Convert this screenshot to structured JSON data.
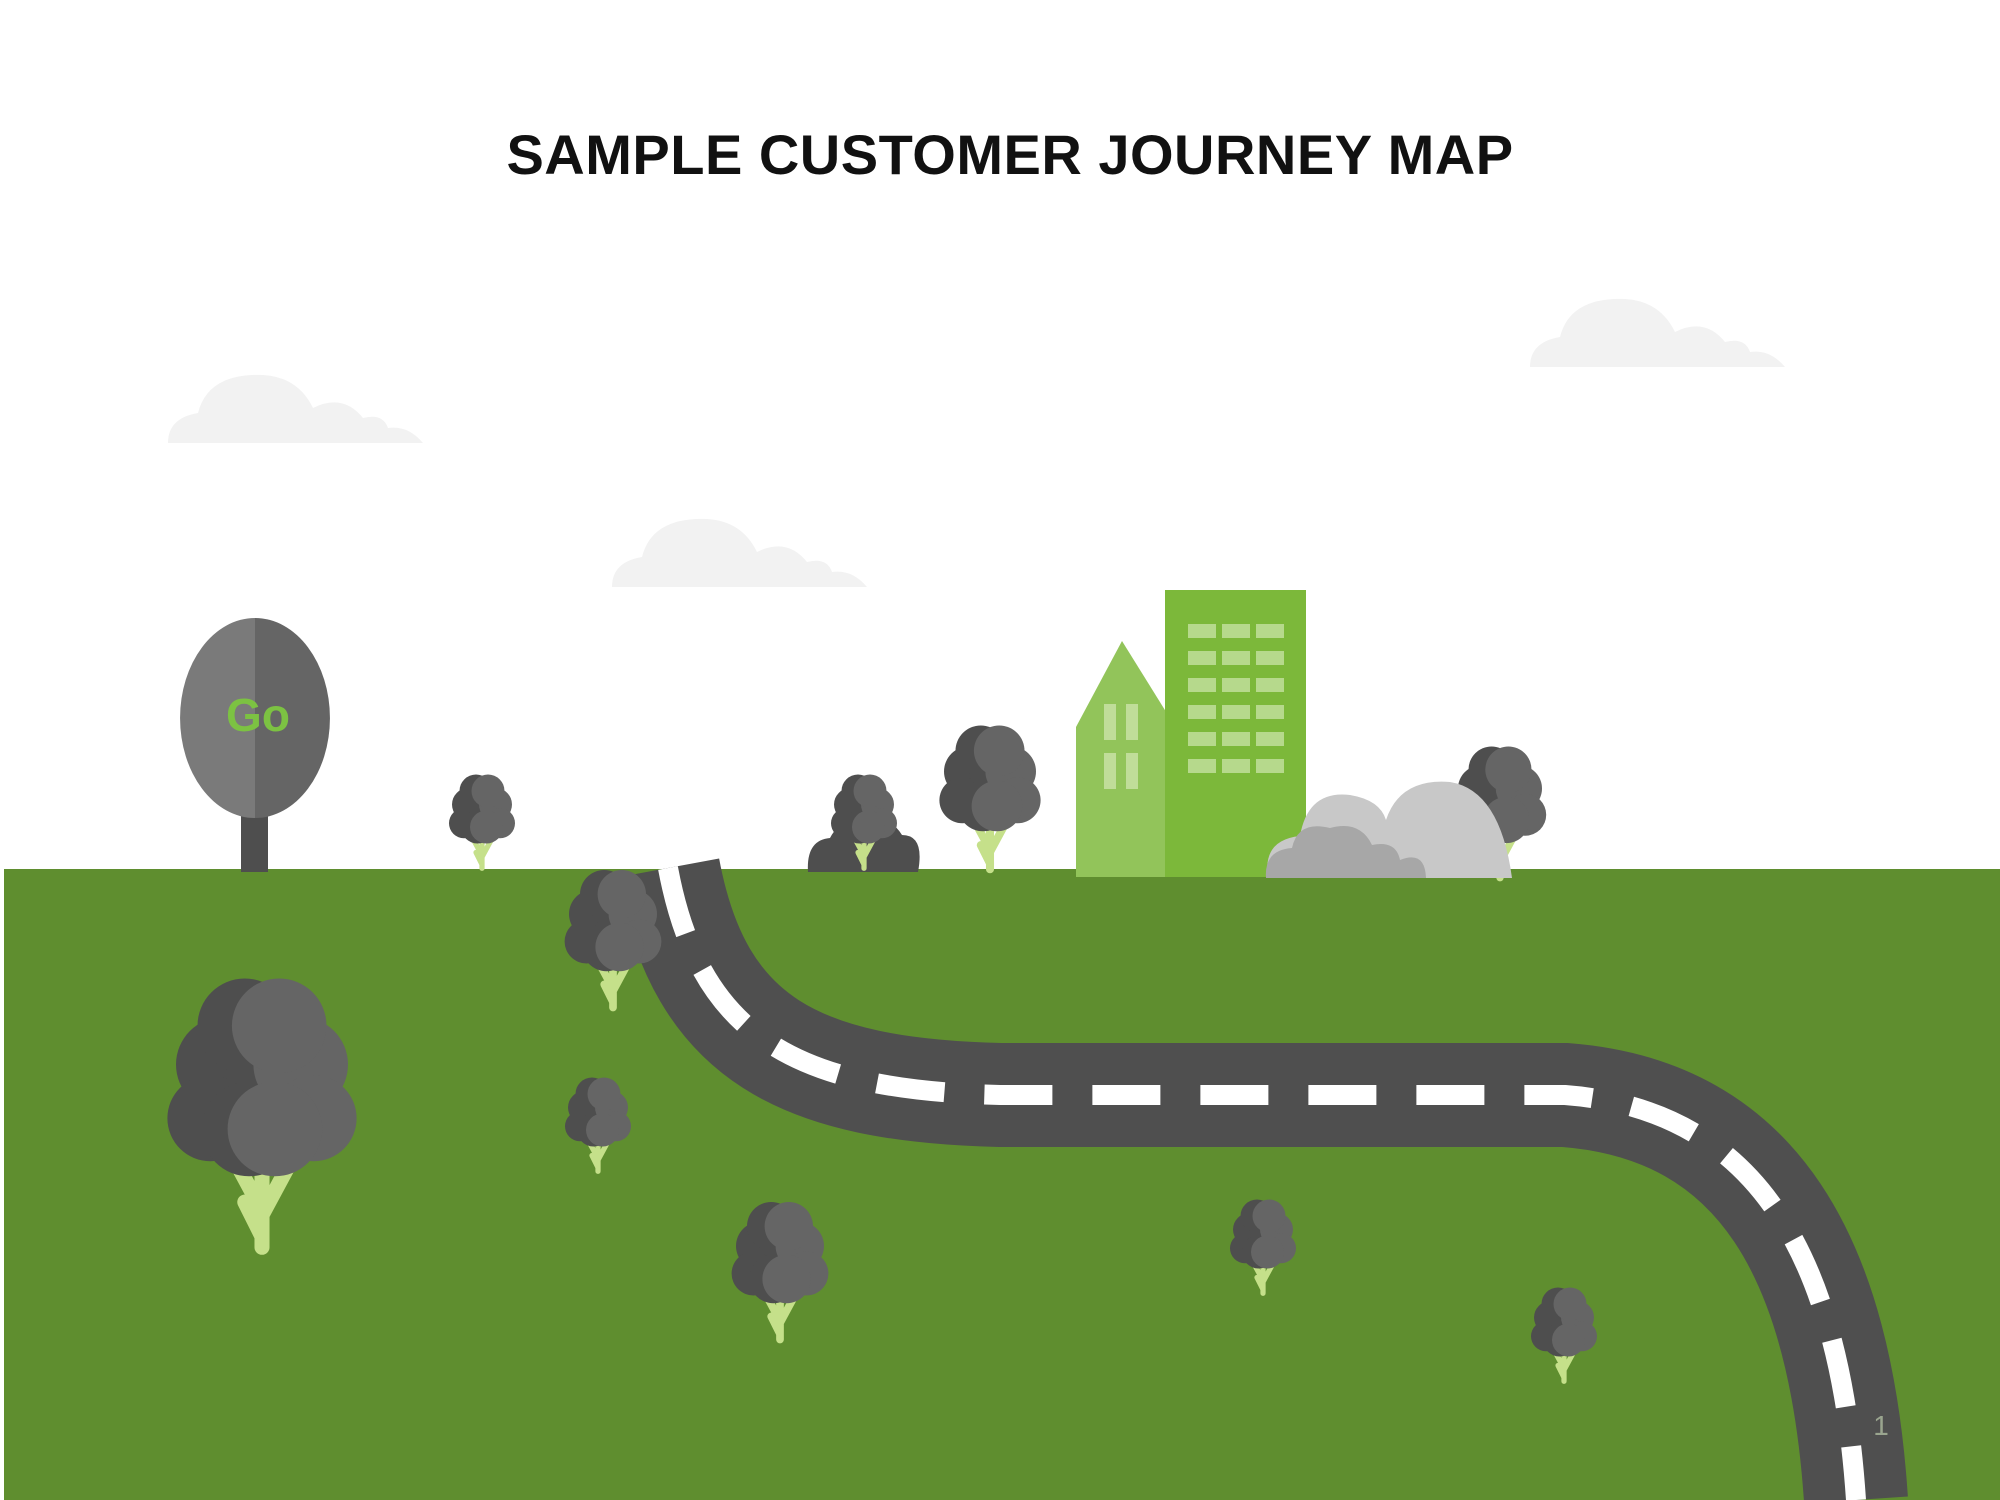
{
  "title": "SAMPLE CUSTOMER JOURNEY MAP",
  "sign": {
    "label": "Go"
  },
  "page_number": "1",
  "colors": {
    "grass": "#5f8e2f",
    "road": "#4f4f4f",
    "road_marking": "#ffffff",
    "building_green": "#7cb83a",
    "building_light_green": "#92c45a",
    "tree_dark": "#4e4e4e",
    "tree_light": "#656565",
    "trunk": "#c5e08a",
    "cloud": "#f2f2f2",
    "sign_text": "#7cc242"
  }
}
